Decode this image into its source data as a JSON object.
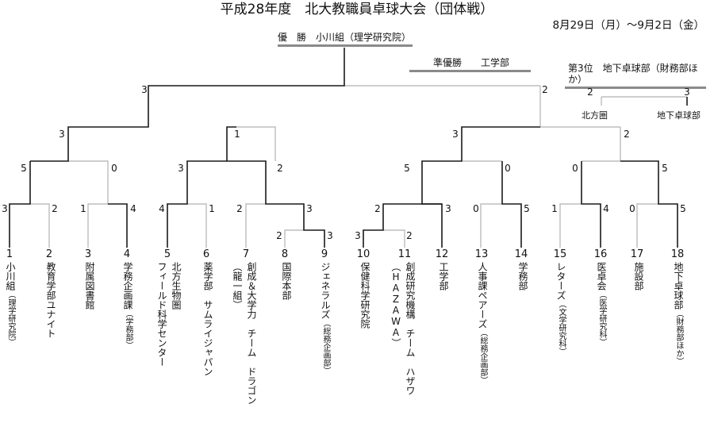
{
  "title": "平成28年度　北大教職員卓球大会（団体戦）",
  "date": "8月29日（月）～9月2日（金）",
  "champion": "優　勝　小川組（理学研究院）",
  "runner_up": "準優勝　　工学部",
  "third": "第3位　地下卓球部（財務部ほか）",
  "third_place_match": {
    "teams": [
      "北方圏",
      "地下卓球部"
    ],
    "scores": [
      "2",
      "3"
    ]
  },
  "teams": [
    {
      "num": "1",
      "name": "小川組",
      "sub": "（理学研究院）",
      "name2": ""
    },
    {
      "num": "2",
      "name": "教育学部ユナイト",
      "sub": "",
      "name2": ""
    },
    {
      "num": "3",
      "name": "附属図書館",
      "sub": "",
      "name2": ""
    },
    {
      "num": "4",
      "name": "学務企画課",
      "sub": "（学務部）",
      "name2": ""
    },
    {
      "num": "5",
      "name": "北方生物圏",
      "sub": "",
      "name2": "フィールド科学センター"
    },
    {
      "num": "6",
      "name": "薬学部　サムライジャパン",
      "sub": "",
      "name2": ""
    },
    {
      "num": "7",
      "name": "創成＆大学力　チーム　ドラゴン",
      "sub": "",
      "name2": "（龍一組）"
    },
    {
      "num": "8",
      "name": "国際本部",
      "sub": "",
      "name2": ""
    },
    {
      "num": "9",
      "name": "ジェネラルズ",
      "sub": "（総務企画部）",
      "name2": ""
    },
    {
      "num": "10",
      "name": "保健科学研究院",
      "sub": "",
      "name2": ""
    },
    {
      "num": "11",
      "name": "創成研究機構　チーム　ハザワ",
      "sub": "",
      "name2": "（HAZAWA）"
    },
    {
      "num": "12",
      "name": "工学部",
      "sub": "",
      "name2": ""
    },
    {
      "num": "13",
      "name": "人事課ペアーズ",
      "sub": "（総務企画部）",
      "name2": ""
    },
    {
      "num": "14",
      "name": "学務部",
      "sub": "",
      "name2": ""
    },
    {
      "num": "15",
      "name": "レターズ",
      "sub": "（文学研究科）",
      "name2": ""
    },
    {
      "num": "16",
      "name": "医卓会",
      "sub": "（医学研究科）",
      "name2": ""
    },
    {
      "num": "17",
      "name": "施設部",
      "sub": "",
      "name2": ""
    },
    {
      "num": "18",
      "name": "地下卓球部",
      "sub": "（財務部ほか）",
      "name2": ""
    }
  ],
  "scores": {
    "final": [
      "3",
      "2"
    ],
    "sf_left": [
      "3",
      "1"
    ],
    "sf_right": [
      "3",
      "2"
    ],
    "qf1": [
      "5",
      "0"
    ],
    "qf2": [
      "3",
      "2"
    ],
    "qf3": [
      "5",
      "0"
    ],
    "qf4": [
      "0",
      "5"
    ],
    "r1_1_2": [
      "3",
      "2"
    ],
    "r1_3_4": [
      "1",
      "4"
    ],
    "r1_5_6": [
      "4",
      "1"
    ],
    "r1_7_89": [
      "2",
      "3"
    ],
    "r1_8_9": [
      "2",
      "3"
    ],
    "r1_1011_12": [
      "2",
      "3"
    ],
    "r1_10_11": [
      "3",
      "2"
    ],
    "r1_13_14": [
      "0",
      "5"
    ],
    "r1_15_16": [
      "1",
      "4"
    ],
    "r1_17_18": [
      "0",
      "5"
    ]
  }
}
